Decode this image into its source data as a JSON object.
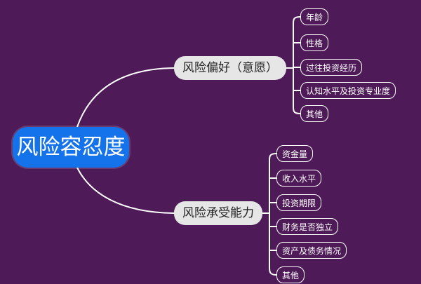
{
  "diagram": {
    "root": "风险容忍度",
    "branches": [
      {
        "label": "风险偏好（意愿）",
        "children": [
          "年龄",
          "性格",
          "过往投资经历",
          "认知水平及投资专业度",
          "其他"
        ]
      },
      {
        "label": "风险承受能力",
        "children": [
          "资金量",
          "收入水平",
          "投资期限",
          "财务是否独立",
          "资产及债务情况",
          "其他"
        ]
      }
    ]
  },
  "colors": {
    "background": "#4e1a57",
    "root_fill": "#1473ea",
    "branch_fill": "#e6e6e6",
    "line": "#ffffff"
  }
}
